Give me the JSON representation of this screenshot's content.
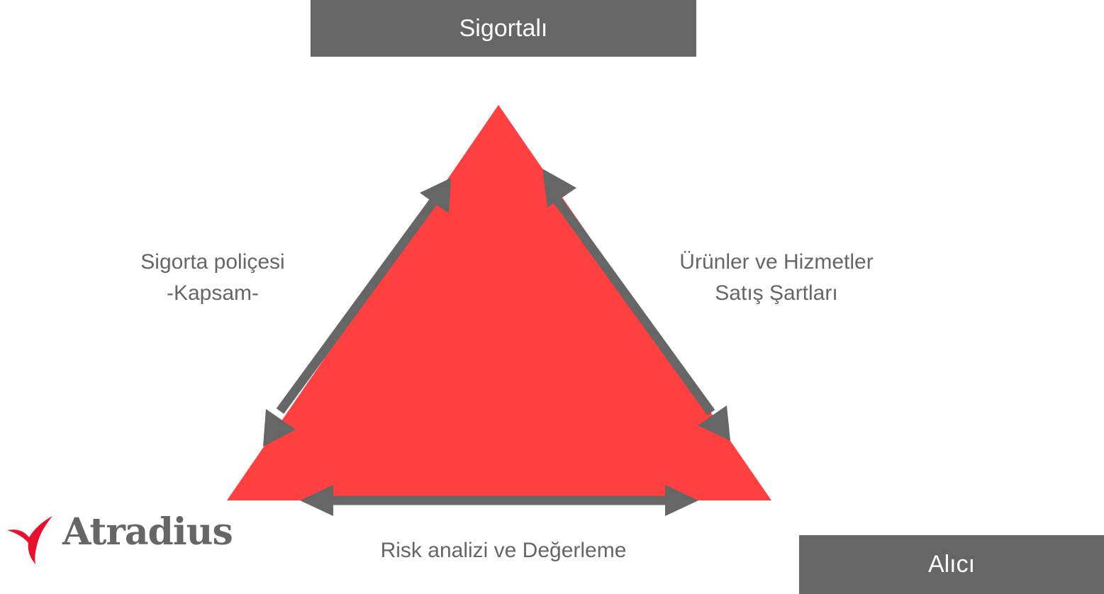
{
  "nodes": {
    "top": "Sigortalı",
    "bottom_right": "Alıcı"
  },
  "edges": {
    "left": [
      "Sigorta poliçesi",
      "-Kapsam-"
    ],
    "right": [
      "Ürünler ve Hizmetler",
      "Satış Şartları"
    ],
    "bottom": "Risk analizi ve Değerleme"
  },
  "logo": {
    "text": "Atradius",
    "icon": "atradius-logo-icon"
  },
  "colors": {
    "triangle": "#FF4040",
    "arrow": "#666666",
    "box": "#666666",
    "text": "#666666"
  }
}
